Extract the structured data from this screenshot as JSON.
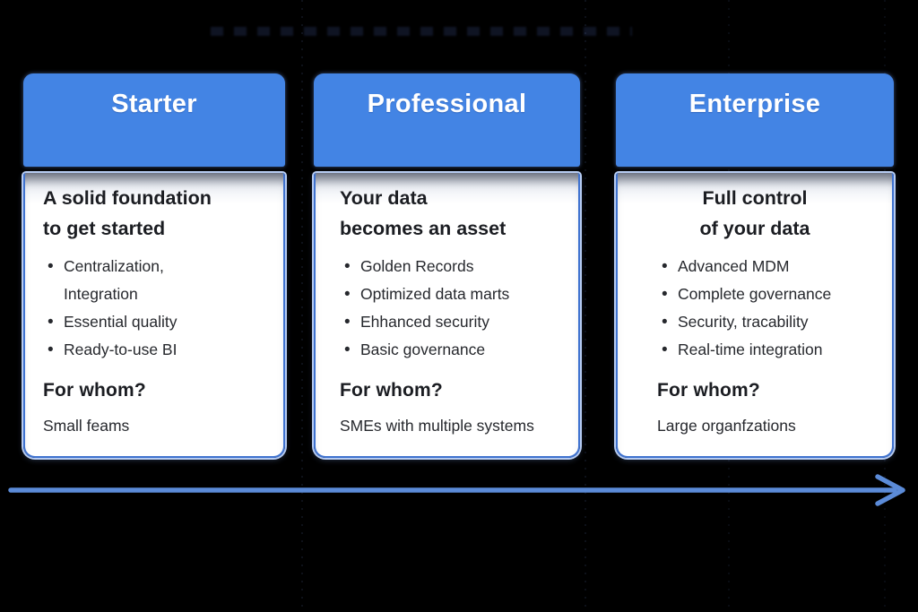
{
  "colors": {
    "background": "#000000",
    "header_blue": "#4384E4",
    "card_border_blue": "#3F72CF",
    "card_glow_blue": "#B7CCF2",
    "arrow_blue": "#5B8BD8",
    "text_dark": "#1B1D22"
  },
  "cards": [
    {
      "title": "Starter",
      "subtitle": "A solid foundation\nto get started",
      "bullets": [
        "Centralization,\nIntegration",
        "Essential quality",
        "Ready-to-use BI"
      ],
      "for_whom_label": "For whom?",
      "audience": "Small feams"
    },
    {
      "title": "Professional",
      "subtitle": "Your data\nbecomes an asset",
      "bullets": [
        "Golden Records",
        "Optimized data marts",
        "Ehhanced security",
        "Basic governance"
      ],
      "for_whom_label": "For whom?",
      "audience": "SMEs with multiple systems"
    },
    {
      "title": "Enterprise",
      "subtitle": "Full control\nof your data",
      "bullets": [
        "Advanced MDM",
        "Complete governance",
        "Security, tracability",
        "Real-time integration"
      ],
      "for_whom_label": "For whom?",
      "audience": "Large organfzations"
    }
  ],
  "arrow": {
    "description": "maturity-progression-arrow",
    "direction": "right"
  }
}
